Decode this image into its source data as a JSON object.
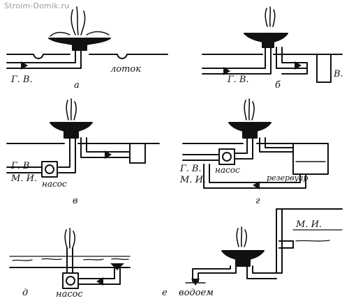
{
  "watermark": "Stroim-Domik.ru",
  "panels": {
    "a": {
      "letter": "а",
      "label_flume": "лоток",
      "label_source": "Г. В."
    },
    "b": {
      "letter": "б",
      "label_source": "Г. В.",
      "label_out": "В."
    },
    "v": {
      "letter": "в",
      "label_source_1": "Г. В",
      "label_source_2": "М. И.",
      "label_pump": "насос"
    },
    "g": {
      "letter": "г",
      "label_source_1": "Г. В.",
      "label_source_2": "М. И.",
      "label_pump": "насос",
      "label_reservoir": "резервуар"
    },
    "d": {
      "letter": "д",
      "label_pump": "насос"
    },
    "e": {
      "letter": "е",
      "label_pond": "водоем",
      "label_source": "М. И."
    }
  }
}
